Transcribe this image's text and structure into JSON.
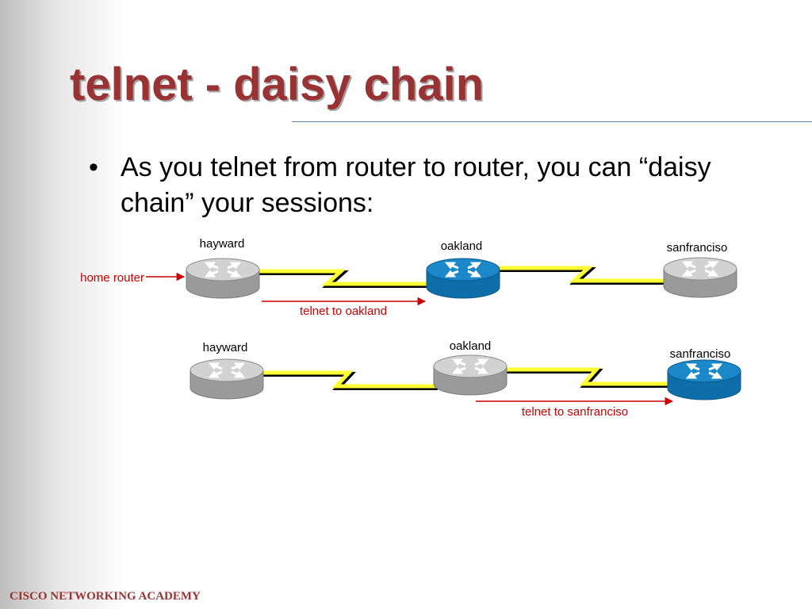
{
  "slide": {
    "title": "telnet - daisy chain",
    "bullet_symbol": "•",
    "bullet_text": "As you telnet from router to router, you can “daisy chain” your sessions:",
    "footer": "CISCO NETWORKING ACADEMY"
  },
  "diagram": {
    "row1": {
      "routers": [
        {
          "label": "hayward",
          "state": "inactive"
        },
        {
          "label": "oakland",
          "state": "active"
        },
        {
          "label": "sanfranciso",
          "state": "inactive"
        }
      ],
      "home_label": "home router",
      "telnet_label": "telnet to oakland"
    },
    "row2": {
      "routers": [
        {
          "label": "hayward",
          "state": "inactive"
        },
        {
          "label": "oakland",
          "state": "inactive"
        },
        {
          "label": "sanfranciso",
          "state": "active"
        }
      ],
      "telnet_label": "telnet to sanfranciso"
    },
    "colors": {
      "title": "#993333",
      "annotation": "#cc0000",
      "active_router": "#1a88c9",
      "inactive_router": "#b8b8b8",
      "link": "#ffff33"
    }
  }
}
